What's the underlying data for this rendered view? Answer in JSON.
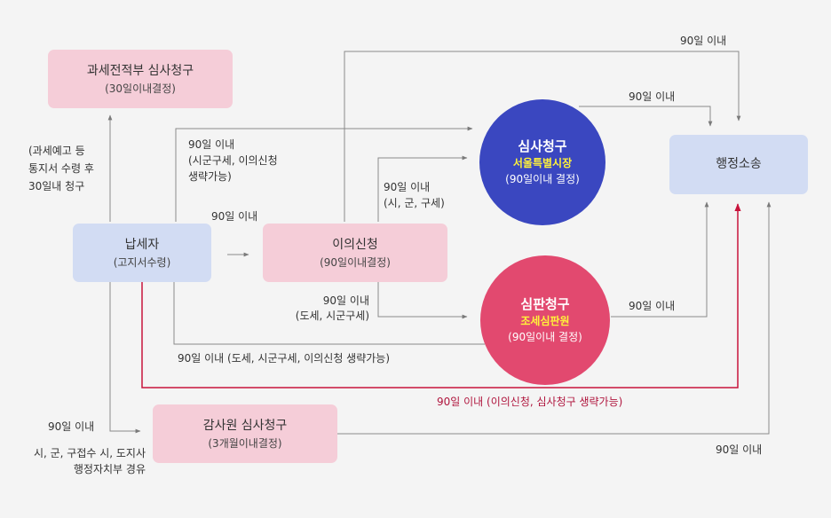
{
  "nodes": {
    "tax_review": {
      "title": "과세전적부 심사청구",
      "sub": "(30일이내결정)"
    },
    "taxpayer": {
      "title": "납세자",
      "sub": "(고지서수령)"
    },
    "objection": {
      "title": "이의신청",
      "sub": "(90일이내결정)"
    },
    "audit": {
      "title": "감사원 심사청구",
      "sub": "(3개월이내결정)"
    },
    "admin_suit": {
      "title": "행정소송"
    },
    "review_request": {
      "title": "심사청구",
      "org": "서울특별시장",
      "sub": "(90일이내 결정)"
    },
    "trial_request": {
      "title": "심판청구",
      "org": "조세심판원",
      "sub": "(90일이내 결정)"
    }
  },
  "labels": {
    "notice_1": "(과세예고 등",
    "notice_2": "통지서 수령 후",
    "notice_3": "30일내 청구",
    "to_review_1": "90일 이내",
    "to_review_2": "(시군구세, 이의신청",
    "to_review_3": "생략가능)",
    "to_objection": "90일 이내",
    "obj_to_review_1": "90일 이내",
    "obj_to_review_2": "(시, 군, 구세)",
    "obj_to_trial_1": "90일 이내",
    "obj_to_trial_2": "(도세, 시군구세)",
    "top_suit": "90일 이내",
    "review_suit": "90일 이내",
    "trial_suit": "90일 이내",
    "to_trial": "90일 이내 (도세, 시군구세, 이의신청 생략가능)",
    "red_path": "90일 이내 (이의신청, 심사청구 생략가능)",
    "to_audit": "90일 이내",
    "audit_route_1": "시, 군, 구접수 시, 도지사",
    "audit_route_2": "행정자치부 경유",
    "audit_suit": "90일 이내"
  },
  "colors": {
    "pink_box": "#f5cdd8",
    "blue_box": "#d2dcf3",
    "review_circle": "#3a47c0",
    "trial_circle": "#e2496f",
    "highlight_path": "#c8143c",
    "org_text": "#fff23a"
  }
}
